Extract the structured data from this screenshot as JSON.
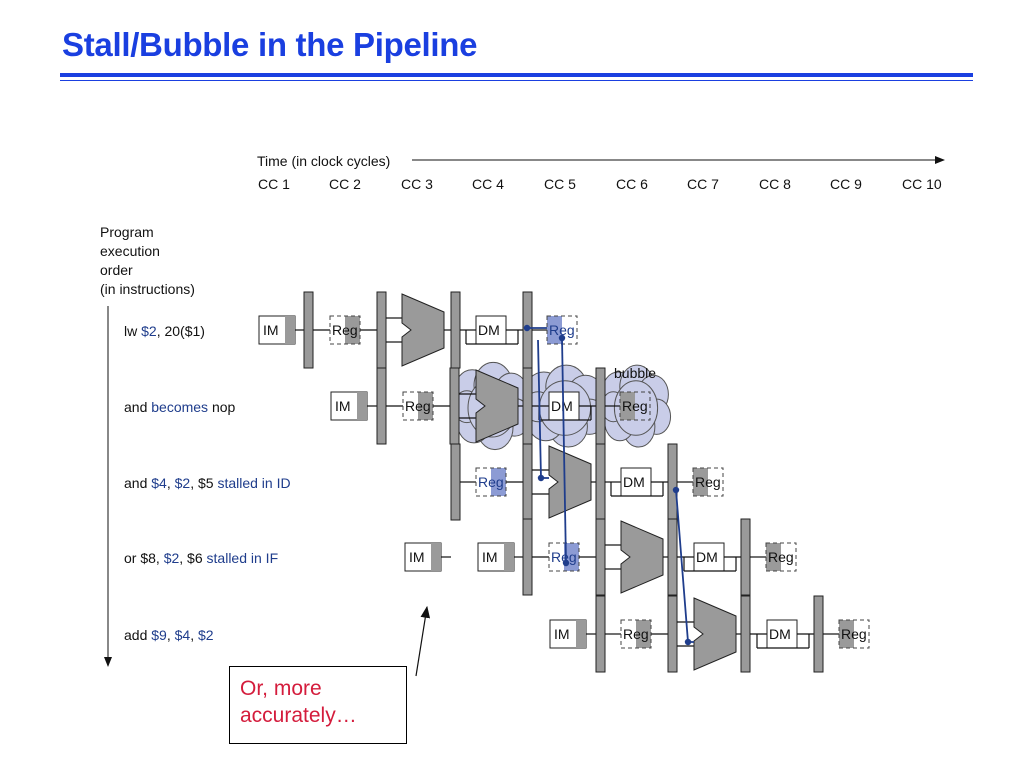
{
  "slide": {
    "title": "Stall/Bubble in the Pipeline",
    "note_line1": "Or, more",
    "note_line2": "accurately…"
  },
  "diagram": {
    "time_label": "Time (in clock cycles)",
    "cycles": [
      "CC 1",
      "CC 2",
      "CC 3",
      "CC 4",
      "CC 5",
      "CC 6",
      "CC 7",
      "CC 8",
      "CC 9",
      "CC 10"
    ],
    "order_label": [
      "Program",
      "execution",
      "order",
      "(in instructions)"
    ],
    "bubble_label": "bubble",
    "stage_labels": {
      "im": "IM",
      "reg": "Reg",
      "dm": "DM"
    },
    "instructions": [
      [
        {
          "t": "lw ",
          "c": "black"
        },
        {
          "t": "$2",
          "c": "blue"
        },
        {
          "t": ", 20($1)",
          "c": "black"
        }
      ],
      [
        {
          "t": "and ",
          "c": "black"
        },
        {
          "t": "becomes",
          "c": "blue"
        },
        {
          "t": " nop",
          "c": "black"
        }
      ],
      [
        {
          "t": "and ",
          "c": "black"
        },
        {
          "t": "$4",
          "c": "blue"
        },
        {
          "t": ", ",
          "c": "black"
        },
        {
          "t": "$2",
          "c": "blue"
        },
        {
          "t": ", $5 ",
          "c": "black"
        },
        {
          "t": "stalled in ID",
          "c": "blue"
        }
      ],
      [
        {
          "t": "or $8, ",
          "c": "black"
        },
        {
          "t": "$2",
          "c": "blue"
        },
        {
          "t": ", $6 ",
          "c": "black"
        },
        {
          "t": "stalled in IF",
          "c": "blue"
        }
      ],
      [
        {
          "t": "add ",
          "c": "black"
        },
        {
          "t": "$9",
          "c": "blue"
        },
        {
          "t": ", ",
          "c": "black"
        },
        {
          "t": "$4",
          "c": "blue"
        },
        {
          "t": ", ",
          "c": "black"
        },
        {
          "t": "$2",
          "c": "blue"
        }
      ]
    ],
    "colors": {
      "title": "#1a3fe0",
      "highlight_text": "#1f3d8c",
      "forward_line": "#1f3d8c",
      "forward_fill": "#8c9bd4",
      "stage_gray": "#9a9a9a",
      "bubble_fill": "#c9cde8",
      "note_text": "#d41c3c"
    }
  }
}
